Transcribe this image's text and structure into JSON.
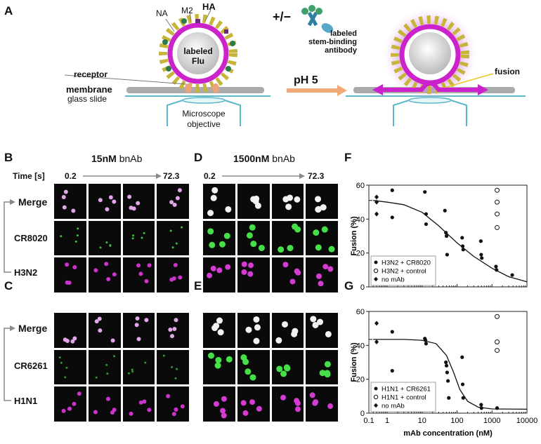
{
  "panelA": {
    "label": "A",
    "labels": {
      "NA": "NA",
      "M2": "M2",
      "HA": "HA",
      "virus1": "labeled",
      "virus2": "Flu",
      "receptor": "receptor",
      "membrane": "membrane",
      "glass": "glass slide",
      "micro1": "Microscope",
      "micro2": "objective",
      "plusminus": "+/−",
      "ab1": "labeled",
      "ab2": "stem-binding",
      "ab3": "antibody",
      "ph": "pH 5",
      "fusion": "fusion"
    }
  },
  "panelB": {
    "label": "B",
    "conc": "15nM",
    "unit": "bnAb",
    "time_label": "Time [s]",
    "t0": "0.2",
    "t1": "72.3",
    "rows": [
      "Merge",
      "CR8020",
      "H3N2"
    ]
  },
  "panelC": {
    "label": "C",
    "rows": [
      "Merge",
      "CR6261",
      "H1N1"
    ]
  },
  "panelD": {
    "label": "D",
    "conc": "1500nM",
    "unit": "bnAb",
    "t0": "0.2",
    "t1": "72.3"
  },
  "panelE": {
    "label": "E"
  },
  "chart_data": [
    {
      "panel": "F",
      "type": "scatter",
      "ylabel": "Fusion (%)",
      "xlabel": "",
      "xscale": "log",
      "xlim": [
        0.3,
        10000
      ],
      "ylim": [
        0,
        60
      ],
      "yticks": [
        0,
        20,
        40,
        60
      ],
      "series": [
        {
          "name": "H3N2 + CR8020",
          "marker": "filled-circle",
          "points": [
            [
              1.4,
              57
            ],
            [
              1.4,
              41
            ],
            [
              12,
              56
            ],
            [
              13,
              43
            ],
            [
              13,
              37
            ],
            [
              45,
              45
            ],
            [
              48,
              32
            ],
            [
              50,
              30
            ],
            [
              52,
              19
            ],
            [
              140,
              29
            ],
            [
              145,
              24
            ],
            [
              150,
              22
            ],
            [
              480,
              27
            ],
            [
              490,
              19
            ],
            [
              510,
              17
            ],
            [
              1300,
              12
            ],
            [
              1350,
              10
            ],
            [
              3800,
              7
            ]
          ]
        },
        {
          "name": "H3N2 + control",
          "marker": "open-circle",
          "points": [
            [
              1400,
              57
            ],
            [
              1400,
              50
            ],
            [
              1400,
              43
            ],
            [
              1400,
              35
            ]
          ]
        },
        {
          "name": "no mAb",
          "marker": "filled-diamond",
          "points": [
            [
              0.5,
              53
            ],
            [
              0.5,
              50
            ],
            [
              0.5,
              43
            ]
          ]
        }
      ],
      "fit": [
        [
          0.4,
          51
        ],
        [
          1,
          50
        ],
        [
          3,
          48.5
        ],
        [
          10,
          44
        ],
        [
          30,
          36
        ],
        [
          100,
          26
        ],
        [
          300,
          18
        ],
        [
          1000,
          11
        ],
        [
          3000,
          6
        ],
        [
          10000,
          3
        ]
      ]
    },
    {
      "panel": "G",
      "type": "scatter",
      "ylabel": "Fusion (%)",
      "xlabel": "mAb concentration (nM)",
      "xscale": "log",
      "xlim": [
        0.3,
        10000
      ],
      "ylim": [
        0,
        60
      ],
      "yticks": [
        0,
        20,
        40,
        60
      ],
      "xticks": [
        "0.1",
        "1",
        "10",
        "100",
        "1000",
        "10000"
      ],
      "series": [
        {
          "name": "H1N1 + CR6261",
          "marker": "filled-circle",
          "points": [
            [
              1.4,
              48
            ],
            [
              1.4,
              25
            ],
            [
              12,
              44
            ],
            [
              12.5,
              43
            ],
            [
              13,
              41
            ],
            [
              48,
              30
            ],
            [
              50,
              28
            ],
            [
              52,
              24
            ],
            [
              55,
              19
            ],
            [
              58,
              9
            ],
            [
              140,
              33
            ],
            [
              145,
              17
            ],
            [
              150,
              9
            ],
            [
              490,
              5
            ],
            [
              500,
              3
            ],
            [
              1400,
              3
            ]
          ]
        },
        {
          "name": "H1N1 + control",
          "marker": "open-circle",
          "points": [
            [
              1400,
              57
            ],
            [
              1400,
              42
            ],
            [
              1400,
              37
            ]
          ]
        },
        {
          "name": "no mAb",
          "marker": "filled-diamond",
          "points": [
            [
              0.5,
              53
            ],
            [
              0.5,
              42
            ]
          ]
        }
      ],
      "fit": [
        [
          0.4,
          43.5
        ],
        [
          3,
          43.5
        ],
        [
          10,
          43
        ],
        [
          25,
          41
        ],
        [
          50,
          34
        ],
        [
          80,
          24
        ],
        [
          120,
          14
        ],
        [
          200,
          7
        ],
        [
          400,
          3.5
        ],
        [
          1000,
          2.5
        ],
        [
          10000,
          2.3
        ]
      ]
    }
  ]
}
